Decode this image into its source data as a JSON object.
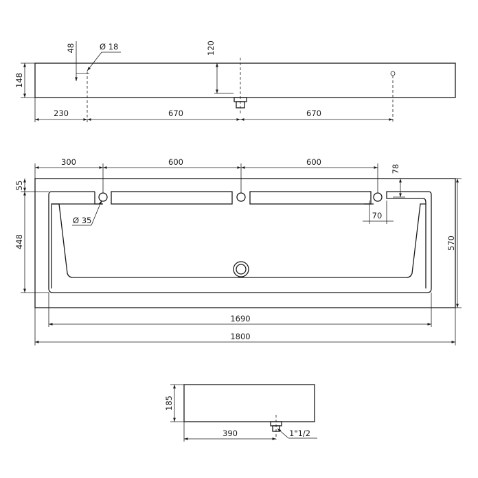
{
  "top_view": {
    "height": "148",
    "hole_depth": "48",
    "hole_diameter": "Ø 18",
    "waste_depth": "120",
    "offset_left": "230",
    "spacing_1": "670",
    "spacing_2": "670"
  },
  "plan_view": {
    "spacing_left": "300",
    "spacing_mid_1": "600",
    "spacing_mid_2": "600",
    "offset_right": "78",
    "rim_depth": "55",
    "hole_diameter": "Ø 35",
    "inner_offset": "70",
    "basin_depth": "448",
    "total_depth": "570",
    "inner_length": "1690",
    "total_length": "1800"
  },
  "side_view": {
    "height": "185",
    "waste_offset": "390",
    "waste_size": "1\"1/2"
  }
}
